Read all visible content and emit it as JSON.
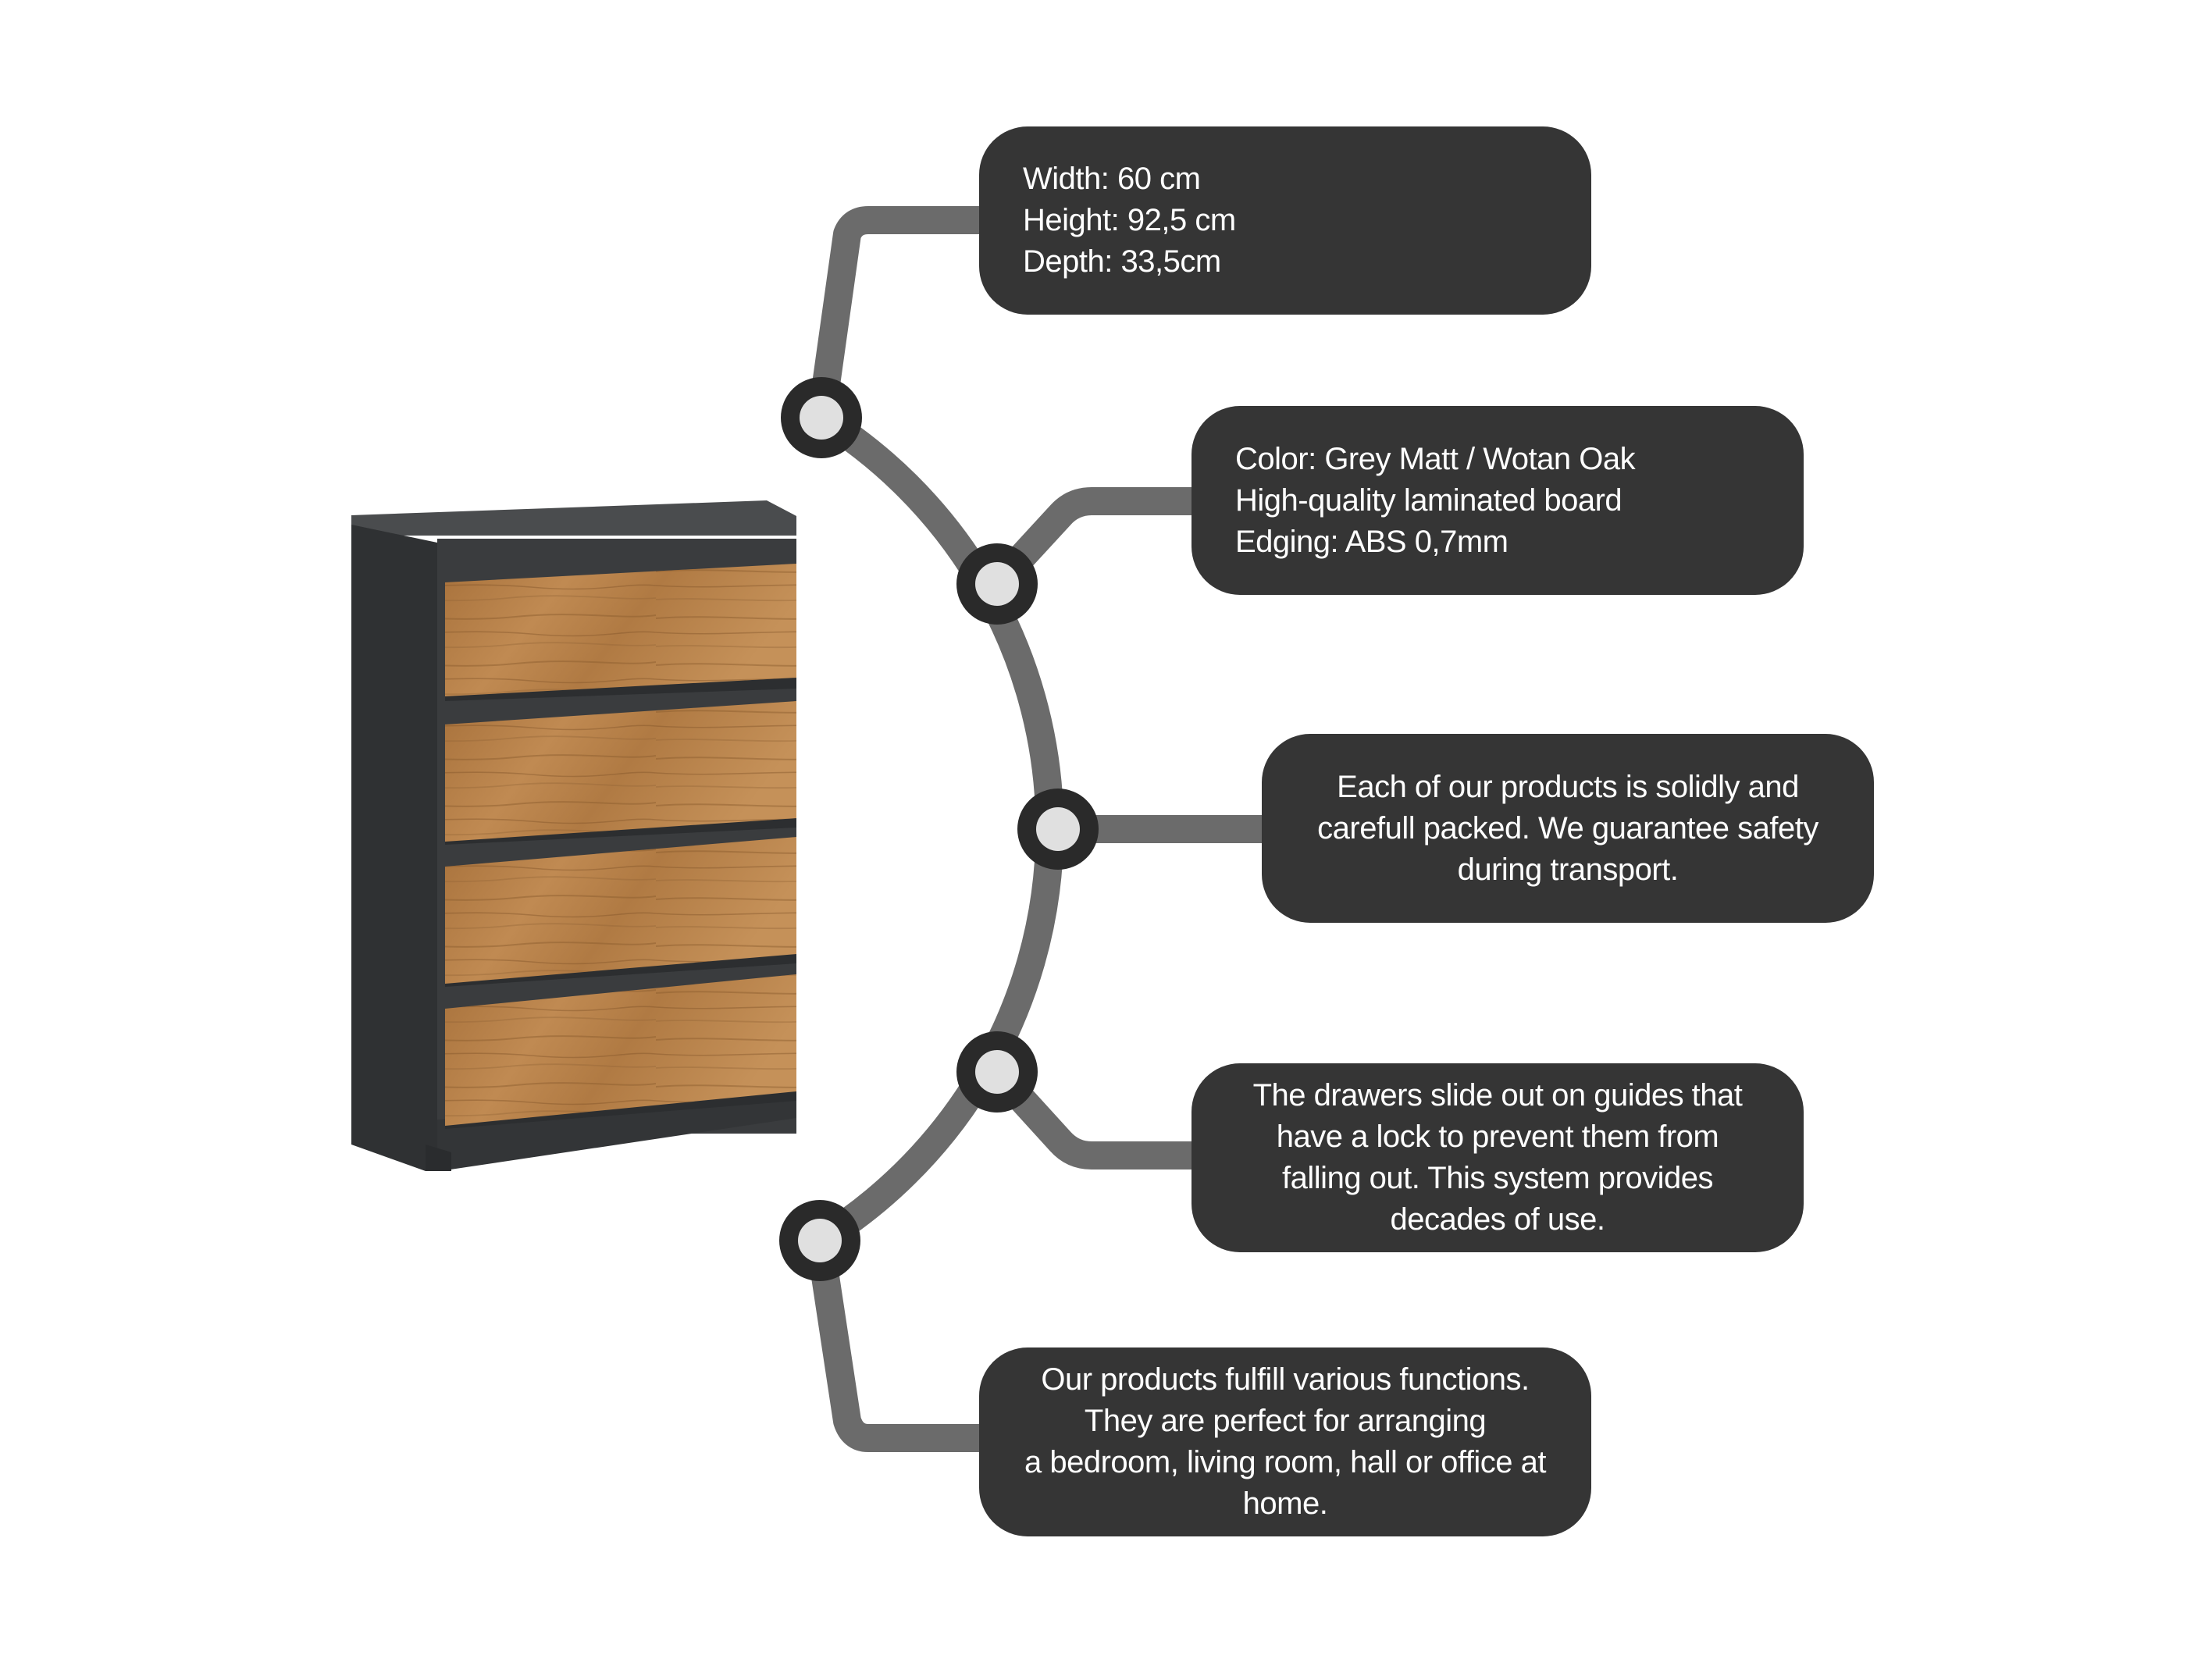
{
  "colors": {
    "background": "#ffffff",
    "callout_fill": "#353535",
    "callout_text": "#ffffff",
    "connector": "#6b6b6b",
    "node_ring": "#2a2a2a",
    "node_center": "#e0e0e0",
    "cabinet_body": "#3a3c3e",
    "oak_front": "#b07a43"
  },
  "product": {
    "drawer_count": 4
  },
  "callouts": [
    {
      "id": "dimensions",
      "align": "left",
      "lines": [
        "Width: 60 cm",
        "Height: 92,5 cm",
        "Depth: 33,5cm"
      ]
    },
    {
      "id": "material",
      "align": "left",
      "lines": [
        "Color: Grey Matt / Wotan Oak",
        "High-quality laminated board",
        "Edging: ABS 0,7mm"
      ]
    },
    {
      "id": "packing",
      "align": "center",
      "lines": [
        "Each of our products is solidly and",
        "carefull packed. We guarantee safety",
        "during transport."
      ]
    },
    {
      "id": "drawers",
      "align": "center",
      "lines": [
        "The drawers slide out on guides that",
        "have a lock to prevent them from",
        "falling out. This system provides",
        "decades of use."
      ]
    },
    {
      "id": "functions",
      "align": "center",
      "lines": [
        "Our products fulfill various functions.",
        "They are perfect for arranging",
        "a bedroom, living room, hall or office at",
        "home."
      ]
    }
  ]
}
